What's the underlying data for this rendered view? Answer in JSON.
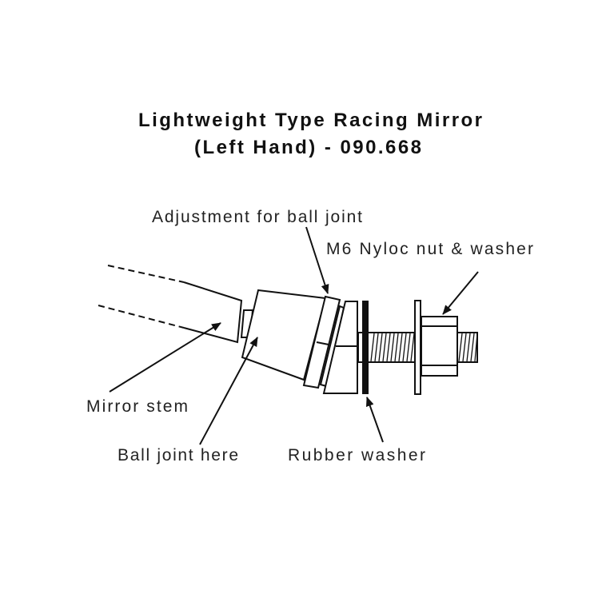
{
  "title": {
    "line1": "Lightweight Type Racing Mirror",
    "line2": "(Left Hand) - 090.668"
  },
  "labels": {
    "adjustment": "Adjustment for ball joint",
    "nut": "M6 Nyloc nut & washer",
    "mirror_stem": "Mirror stem",
    "ball_joint": "Ball joint here",
    "rubber_washer": "Rubber washer"
  },
  "colors": {
    "line": "#111111",
    "background": "#ffffff"
  }
}
